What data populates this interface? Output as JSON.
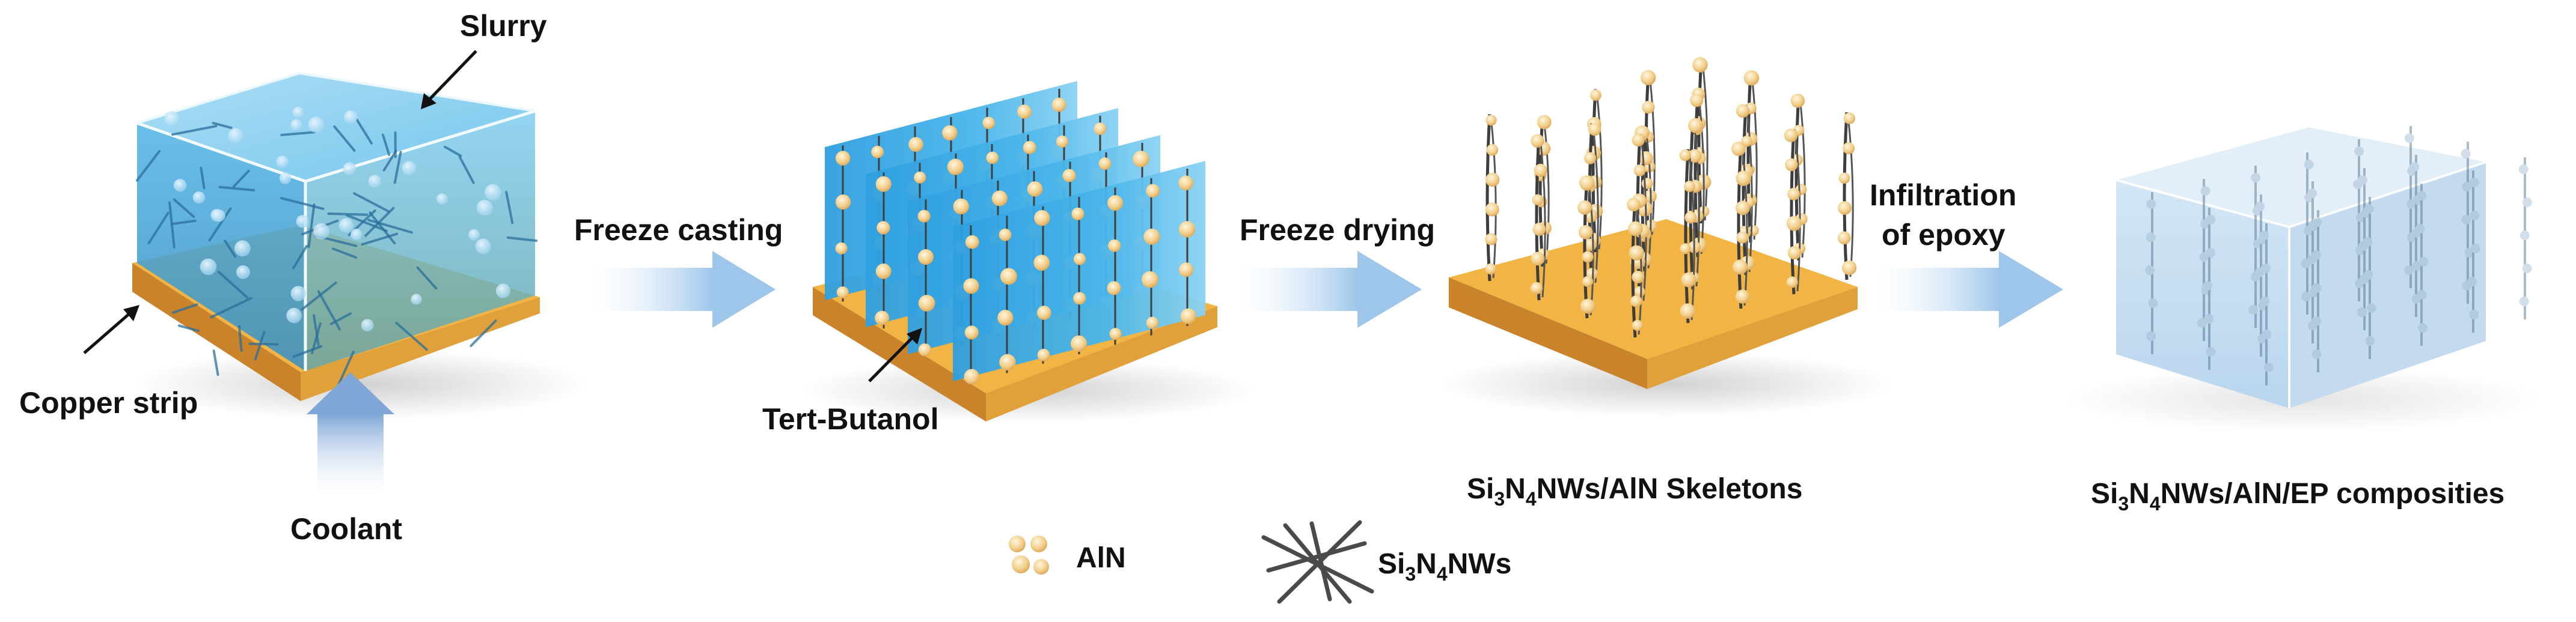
{
  "labels": {
    "slurry": "Slurry",
    "copper_strip": "Copper strip",
    "coolant": "Coolant",
    "freeze_casting": "Freeze casting",
    "tert_butanol": "Tert-Butanol",
    "freeze_drying": "Freeze drying",
    "infiltration_line1": "Infiltration",
    "infiltration_line2": "of epoxy",
    "skeletons": {
      "p1": "Si",
      "s1": "3",
      "p2": "N",
      "s2": "4",
      "p3": "NWs/AlN Skeletons"
    },
    "composites": {
      "p1": "Si",
      "s1": "3",
      "p2": "N",
      "s2": "4",
      "p3": "NWs/AlN/EP composities"
    }
  },
  "legend": {
    "aln": "AlN",
    "nws": {
      "p1": "Si",
      "s1": "3",
      "p2": "N",
      "s2": "4",
      "p3": "NWs"
    }
  },
  "colors": {
    "water": "#6fc4ec",
    "water_dark": "#3a9fd8",
    "copper_top": "#f2b544",
    "copper_side": "#c9832a",
    "particle": "#f3d49a",
    "wire": "#3f3f3f",
    "arrow": "#b8d4ee",
    "composite": "#cfe3f3"
  }
}
